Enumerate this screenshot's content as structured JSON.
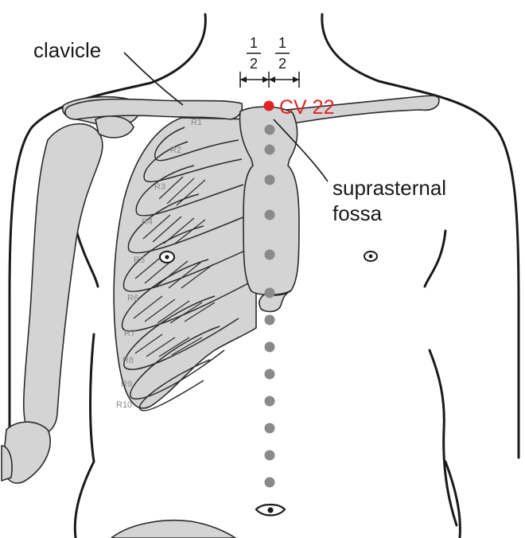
{
  "labels": {
    "clavicle": "clavicle",
    "acupoint": "CV 22",
    "suprasternal_line1": "suprasternal",
    "suprasternal_line2": "fossa",
    "half_left_num": "1",
    "half_left_den": "2",
    "half_right_num": "1",
    "half_right_den": "2"
  },
  "ribs": [
    "R1",
    "R2",
    "R3",
    "R4",
    "R5",
    "R6",
    "R7",
    "R8",
    "R9",
    "R10"
  ],
  "colors": {
    "acupoint": "#e02424",
    "bone_fill": "#d4d4d4",
    "outline": "#1a1a1a",
    "guide_dots": "#8a8a8a"
  },
  "icons": {
    "left_nipple": "nipple-icon",
    "right_nipple": "nipple-icon",
    "navel": "navel-icon"
  }
}
